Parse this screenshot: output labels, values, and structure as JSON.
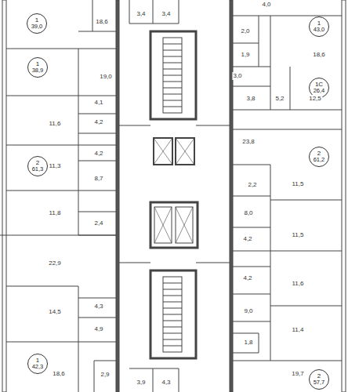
{
  "diagram": {
    "nodes": [
      {
        "text": [
          "1",
          "39,0"
        ]
      },
      {
        "text": [
          "1",
          "38,9"
        ]
      },
      {
        "text": [
          "2",
          "61,3"
        ]
      },
      {
        "text": [
          "1",
          "42,3"
        ]
      },
      {
        "text": [
          "1",
          "43,0"
        ]
      },
      {
        "text": [
          "1С",
          "26,4"
        ]
      },
      {
        "text": [
          "2",
          "61,2"
        ]
      },
      {
        "text": [
          "2",
          "57,7"
        ]
      }
    ],
    "labels": [
      "18,6",
      "19,0",
      "4,1",
      "11,6",
      "4,2",
      "4,2",
      "11,3",
      "8,7",
      "11,8",
      "2,4",
      "22,9",
      "14,5",
      "4,3",
      "4,9",
      "18,6",
      "2,9",
      "3,4",
      "3,4",
      "3,9",
      "4,3",
      "4,0",
      "2,0",
      "1,9",
      "3,0",
      "3,8",
      "5,2",
      "12,5",
      "18,6",
      "23,8",
      "2,2",
      "11,5",
      "8,0",
      "11,5",
      "4,2",
      "4,2",
      "11,6",
      "9,0",
      "11,4",
      "1,8",
      "19,7"
    ]
  }
}
